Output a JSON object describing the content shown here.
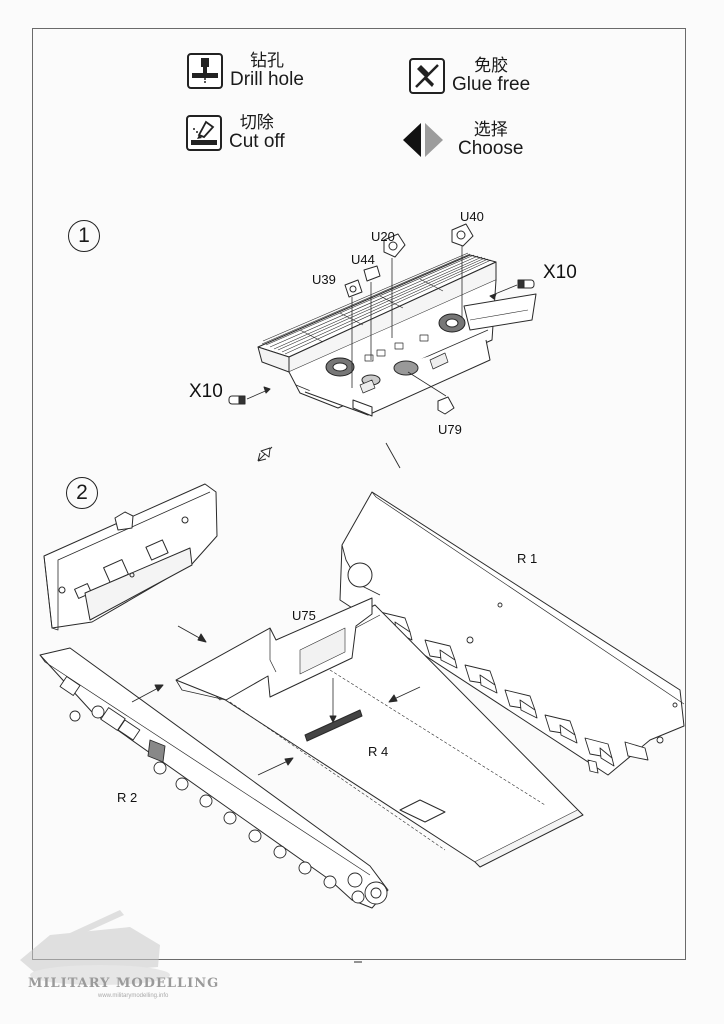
{
  "legend": {
    "drill": {
      "cn": "钻孔",
      "en": "Drill hole",
      "icon": "drill-icon"
    },
    "glue": {
      "cn": "免胶",
      "en": "Glue free",
      "icon": "no-glue-icon"
    },
    "cut": {
      "cn": "切除",
      "en": "Cut off",
      "icon": "cut-knife-icon"
    },
    "choose": {
      "cn": "选择",
      "en": "Choose",
      "icon": "choose-arrows-icon"
    }
  },
  "steps": {
    "step1": {
      "number": "1",
      "labels": {
        "u20": "U20",
        "u40": "U40",
        "u44": "U44",
        "u39": "U39",
        "u79": "U79",
        "x10_right": "X10",
        "x10_left": "X10"
      }
    },
    "step2": {
      "number": "2",
      "labels": {
        "r1": "R 1",
        "u75": "U75",
        "r4": "R 4",
        "r2": "R 2"
      }
    }
  },
  "watermark": {
    "text": "MILITARY MODELLING",
    "url": "www.militarymodelling.info"
  },
  "colors": {
    "line": "#2a2a2a",
    "frame": "#6a6a6a",
    "choose_dark": "#111111",
    "choose_light": "#9c9c9c"
  }
}
